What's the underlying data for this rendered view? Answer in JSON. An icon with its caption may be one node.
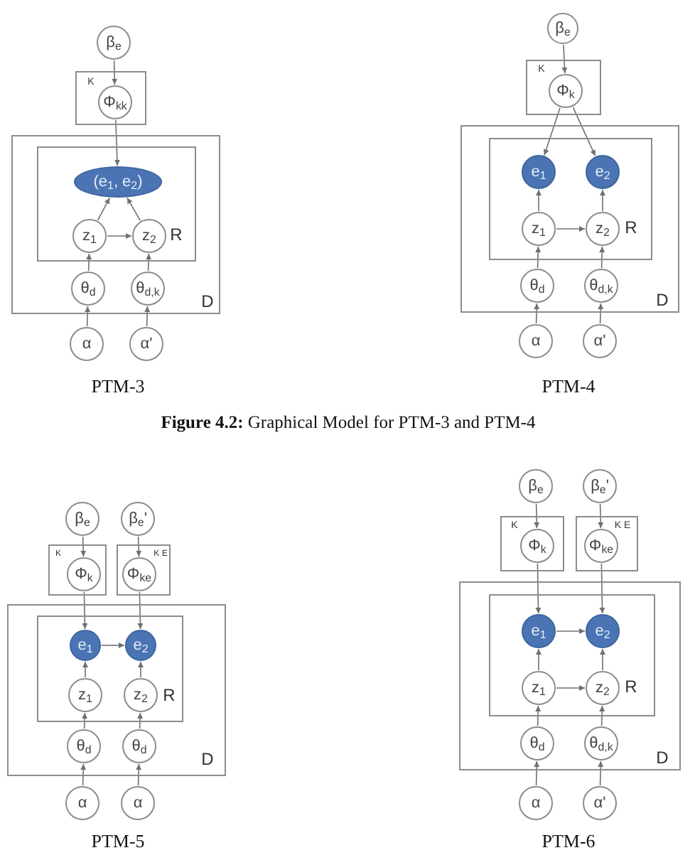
{
  "diagram": {
    "caption": "**Figure 4.2:** Graphical Model for PTM-3 and PTM-4",
    "nodes": [
      {
        "text": [
          "β$_{e}$"
        ]
      },
      {
        "text": [
          "K"
        ]
      },
      {
        "text": [
          "Φ$_{kk}$"
        ],
        "in": 1
      },
      {
        "text": [
          "D"
        ]
      },
      {
        "text": [
          "R"
        ],
        "in": 3
      },
      {
        "text": [
          "(e$_{1}$, e$_{2}$)"
        ],
        "in": 4
      },
      {
        "text": [
          "z$_{1}$"
        ],
        "in": 4
      },
      {
        "text": [
          "z$_{2}$"
        ],
        "in": 4
      },
      {
        "text": [
          "θ$_{d}$"
        ],
        "in": 3
      },
      {
        "text": [
          "θ$_{d,k}$"
        ],
        "in": 3
      },
      {
        "text": [
          "α"
        ]
      },
      {
        "text": [
          "α'"
        ]
      },
      {
        "text": [
          "β$_{e}$"
        ]
      },
      {
        "text": [
          "K"
        ]
      },
      {
        "text": [
          "Φ$_{k}$"
        ],
        "in": 13
      },
      {
        "text": [
          "D"
        ]
      },
      {
        "text": [
          "R"
        ],
        "in": 15
      },
      {
        "text": [
          "e$_{1}$"
        ],
        "in": 16
      },
      {
        "text": [
          "e$_{2}$"
        ],
        "in": 16
      },
      {
        "text": [
          "z$_{1}$"
        ],
        "in": 16
      },
      {
        "text": [
          "z$_{2}$"
        ],
        "in": 16
      },
      {
        "text": [
          "θ$_{d}$"
        ],
        "in": 15
      },
      {
        "text": [
          "θ$_{d,k}$"
        ],
        "in": 15
      },
      {
        "text": [
          "α"
        ]
      },
      {
        "text": [
          "α'"
        ]
      },
      {
        "text": [
          "β$_{e}$"
        ]
      },
      {
        "text": [
          "β$_{e}$'"
        ]
      },
      {
        "text": [
          "K"
        ]
      },
      {
        "text": [
          "Φ$_{k}$"
        ],
        "in": 27
      },
      {
        "text": [
          "K E"
        ]
      },
      {
        "text": [
          "Φ$_{ke}$"
        ],
        "in": 29
      },
      {
        "text": [
          "D"
        ]
      },
      {
        "text": [
          "R"
        ],
        "in": 31
      },
      {
        "text": [
          "e$_{1}$"
        ],
        "in": 32
      },
      {
        "text": [
          "e$_{2}$"
        ],
        "in": 32
      },
      {
        "text": [
          "z$_{1}$"
        ],
        "in": 32
      },
      {
        "text": [
          "z$_{2}$"
        ],
        "in": 32
      },
      {
        "text": [
          "θ$_{d}$"
        ],
        "in": 31
      },
      {
        "text": [
          "θ$_{d}$"
        ],
        "in": 31
      },
      {
        "text": [
          "α"
        ]
      },
      {
        "text": [
          "α"
        ]
      },
      {
        "text": [
          "β$_{e}$"
        ]
      },
      {
        "text": [
          "β$_{e}$'"
        ]
      },
      {
        "text": [
          "K"
        ]
      },
      {
        "text": [
          "Φ$_{k}$"
        ],
        "in": 43
      },
      {
        "text": [
          "K E"
        ]
      },
      {
        "text": [
          "Φ$_{ke}$"
        ],
        "in": 45
      },
      {
        "text": [
          "D"
        ]
      },
      {
        "text": [
          "R"
        ],
        "in": 47
      },
      {
        "text": [
          "e$_{1}$"
        ],
        "in": 48
      },
      {
        "text": [
          "e$_{2}$"
        ],
        "in": 48
      },
      {
        "text": [
          "z$_{1}$"
        ],
        "in": 48
      },
      {
        "text": [
          "z$_{2}$"
        ],
        "in": 48
      },
      {
        "text": [
          "θ$_{d}$"
        ],
        "in": 47
      },
      {
        "text": [
          "θ$_{d,k}$"
        ],
        "in": 47
      },
      {
        "text": [
          "α"
        ]
      },
      {
        "text": [
          "α'"
        ]
      }
    ],
    "edges": [
      {
        "from": 0,
        "to": 2,
        "arrow": "to"
      },
      {
        "from": 2,
        "to": 5,
        "arrow": "to"
      },
      {
        "from": 6,
        "to": 5,
        "arrow": "to"
      },
      {
        "from": 7,
        "to": 5,
        "arrow": "to"
      },
      {
        "from": 6,
        "to": 7,
        "arrow": "to"
      },
      {
        "from": 8,
        "to": 6,
        "arrow": "to"
      },
      {
        "from": 9,
        "to": 7,
        "arrow": "to"
      },
      {
        "from": 10,
        "to": 8,
        "arrow": "to"
      },
      {
        "from": 11,
        "to": 9,
        "arrow": "to"
      },
      {
        "from": 12,
        "to": 14,
        "arrow": "to"
      },
      {
        "from": 14,
        "to": 17,
        "arrow": "to"
      },
      {
        "from": 14,
        "to": 18,
        "arrow": "to"
      },
      {
        "from": 19,
        "to": 17,
        "arrow": "to"
      },
      {
        "from": 20,
        "to": 18,
        "arrow": "to"
      },
      {
        "from": 19,
        "to": 20,
        "arrow": "to"
      },
      {
        "from": 21,
        "to": 19,
        "arrow": "to"
      },
      {
        "from": 22,
        "to": 20,
        "arrow": "to"
      },
      {
        "from": 23,
        "to": 21,
        "arrow": "to"
      },
      {
        "from": 24,
        "to": 22,
        "arrow": "to"
      },
      {
        "from": 25,
        "to": 28,
        "arrow": "to"
      },
      {
        "from": 26,
        "to": 30,
        "arrow": "to"
      },
      {
        "from": 28,
        "to": 33,
        "arrow": "to"
      },
      {
        "from": 30,
        "to": 34,
        "arrow": "to"
      },
      {
        "from": 33,
        "to": 34,
        "arrow": "to"
      },
      {
        "from": 35,
        "to": 33,
        "arrow": "to"
      },
      {
        "from": 36,
        "to": 34,
        "arrow": "to"
      },
      {
        "from": 37,
        "to": 35,
        "arrow": "to"
      },
      {
        "from": 38,
        "to": 36,
        "arrow": "to"
      },
      {
        "from": 39,
        "to": 37,
        "arrow": "to"
      },
      {
        "from": 40,
        "to": 38,
        "arrow": "to"
      },
      {
        "from": 41,
        "to": 44,
        "arrow": "to"
      },
      {
        "from": 42,
        "to": 46,
        "arrow": "to"
      },
      {
        "from": 44,
        "to": 49,
        "arrow": "to"
      },
      {
        "from": 46,
        "to": 50,
        "arrow": "to"
      },
      {
        "from": 49,
        "to": 50,
        "arrow": "to"
      },
      {
        "from": 51,
        "to": 49,
        "arrow": "to"
      },
      {
        "from": 52,
        "to": 50,
        "arrow": "to"
      },
      {
        "from": 51,
        "to": 52,
        "arrow": "to"
      },
      {
        "from": 53,
        "to": 51,
        "arrow": "to"
      },
      {
        "from": 54,
        "to": 52,
        "arrow": "to"
      },
      {
        "from": 55,
        "to": 53,
        "arrow": "to"
      },
      {
        "from": 56,
        "to": 54,
        "arrow": "to"
      }
    ],
    "labels": [
      "PTM-3",
      "PTM-4",
      "PTM-5",
      "PTM-6"
    ]
  }
}
